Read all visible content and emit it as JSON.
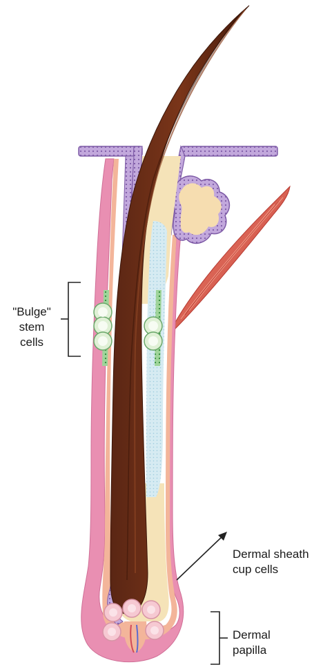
{
  "labels": {
    "bulge": "\"Bulge\"\nstem\ncells",
    "dermal_sheath": "Dermal sheath\ncup cells",
    "dermal_papilla": "Dermal\npapilla"
  },
  "colors": {
    "epidermis_purple": "#b79fd4",
    "epidermis_dot": "#7d5aa6",
    "dermal_sheath_pink": "#e98fb2",
    "outer_sheath_salmon": "#f3b59a",
    "inner_sheath_cream": "#f5e3b8",
    "hair_shaft_dark": "#4a1f10",
    "hair_shaft_mid": "#6f2f18",
    "stem_cells_green": "#d3ecc8",
    "stem_dots_green": "#3d9a4a",
    "sebaceous_gland": "#f6ddb0",
    "companion_layer_blue": "#cfe6ef",
    "muscle_red": "#d9503f",
    "papilla_cells_pink": "#f6c9d2"
  },
  "icons": {
    "pointer_arrow": "arrow-icon",
    "bracket": "bracket-icon"
  }
}
